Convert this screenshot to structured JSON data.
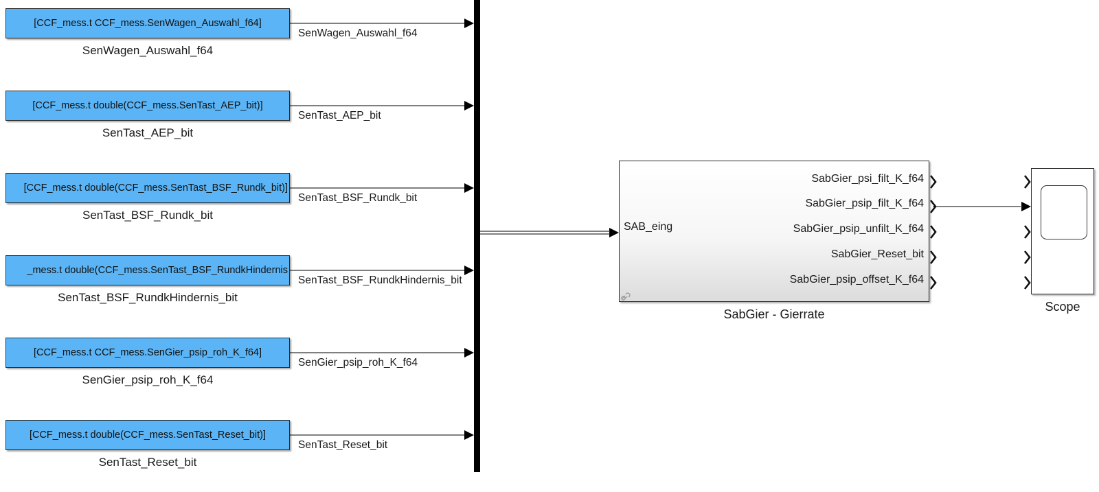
{
  "source_blocks": [
    {
      "text": "[CCF_mess.t CCF_mess.SenWagen_Auswahl_f64]",
      "label": "SenWagen_Auswahl_f64",
      "signal": "SenWagen_Auswahl_f64"
    },
    {
      "text": "[CCF_mess.t double(CCF_mess.SenTast_AEP_bit)]",
      "label": "SenTast_AEP_bit",
      "signal": "SenTast_AEP_bit"
    },
    {
      "text": "[CCF_mess.t double(CCF_mess.SenTast_BSF_Rundk_bit)]",
      "label": "SenTast_BSF_Rundk_bit",
      "signal": "SenTast_BSF_Rundk_bit"
    },
    {
      "text": "_mess.t double(CCF_mess.SenTast_BSF_RundkHindernis",
      "label": "SenTast_BSF_RundkHindernis_bit",
      "signal": "SenTast_BSF_RundkHindernis_bit"
    },
    {
      "text": "[CCF_mess.t CCF_mess.SenGier_psip_roh_K_f64]",
      "label": "SenGier_psip_roh_K_f64",
      "signal": "SenGier_psip_roh_K_f64"
    },
    {
      "text": "[CCF_mess.t double(CCF_mess.SenTast_Reset_bit)]",
      "label": "SenTast_Reset_bit",
      "signal": "SenTast_Reset_bit"
    }
  ],
  "subsystem": {
    "name": "SabGier - Gierrate",
    "input_port": "SAB_eing",
    "output_ports": [
      "SabGier_psi_filt_K_f64",
      "SabGier_psip_filt_K_f64",
      "SabGier_psip_unfilt_K_f64",
      "SabGier_Reset_bit",
      "SabGier_psip_offset_K_f64"
    ]
  },
  "scope": {
    "name": "Scope"
  },
  "colors": {
    "source_block_fill": "#5ab4f5",
    "line": "#333333",
    "bus": "#000000"
  }
}
